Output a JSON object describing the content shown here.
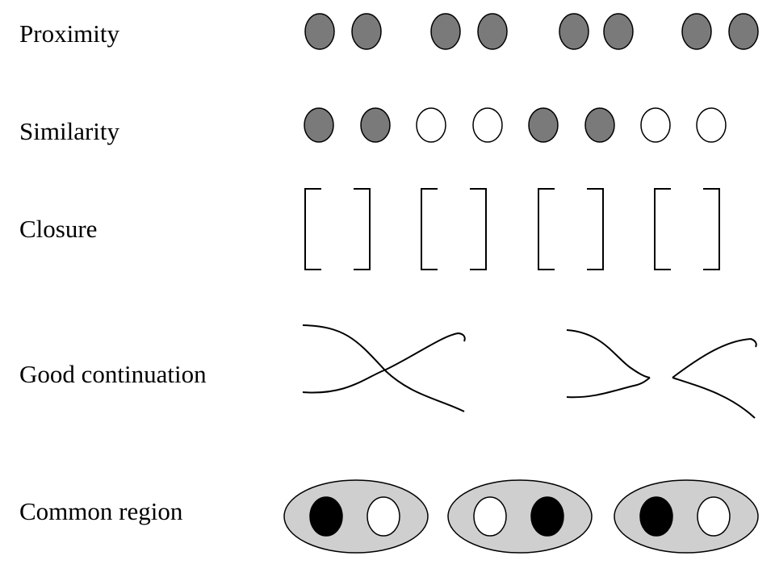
{
  "rows": [
    {
      "label": "Proximity"
    },
    {
      "label": "Similarity"
    },
    {
      "label": "Closure"
    },
    {
      "label": "Good continuation"
    },
    {
      "label": "Common region"
    }
  ],
  "colors": {
    "gray_fill": "#7a7a7a",
    "white_fill": "#ffffff",
    "black_fill": "#000000",
    "region_fill": "#cfcfcf",
    "stroke": "#000000"
  },
  "similarity_pattern": [
    "gray",
    "gray",
    "white",
    "white",
    "gray",
    "gray",
    "white",
    "white"
  ],
  "common_region_pattern": [
    [
      "black",
      "white"
    ],
    [
      "white",
      "black"
    ],
    [
      "black",
      "white"
    ]
  ]
}
